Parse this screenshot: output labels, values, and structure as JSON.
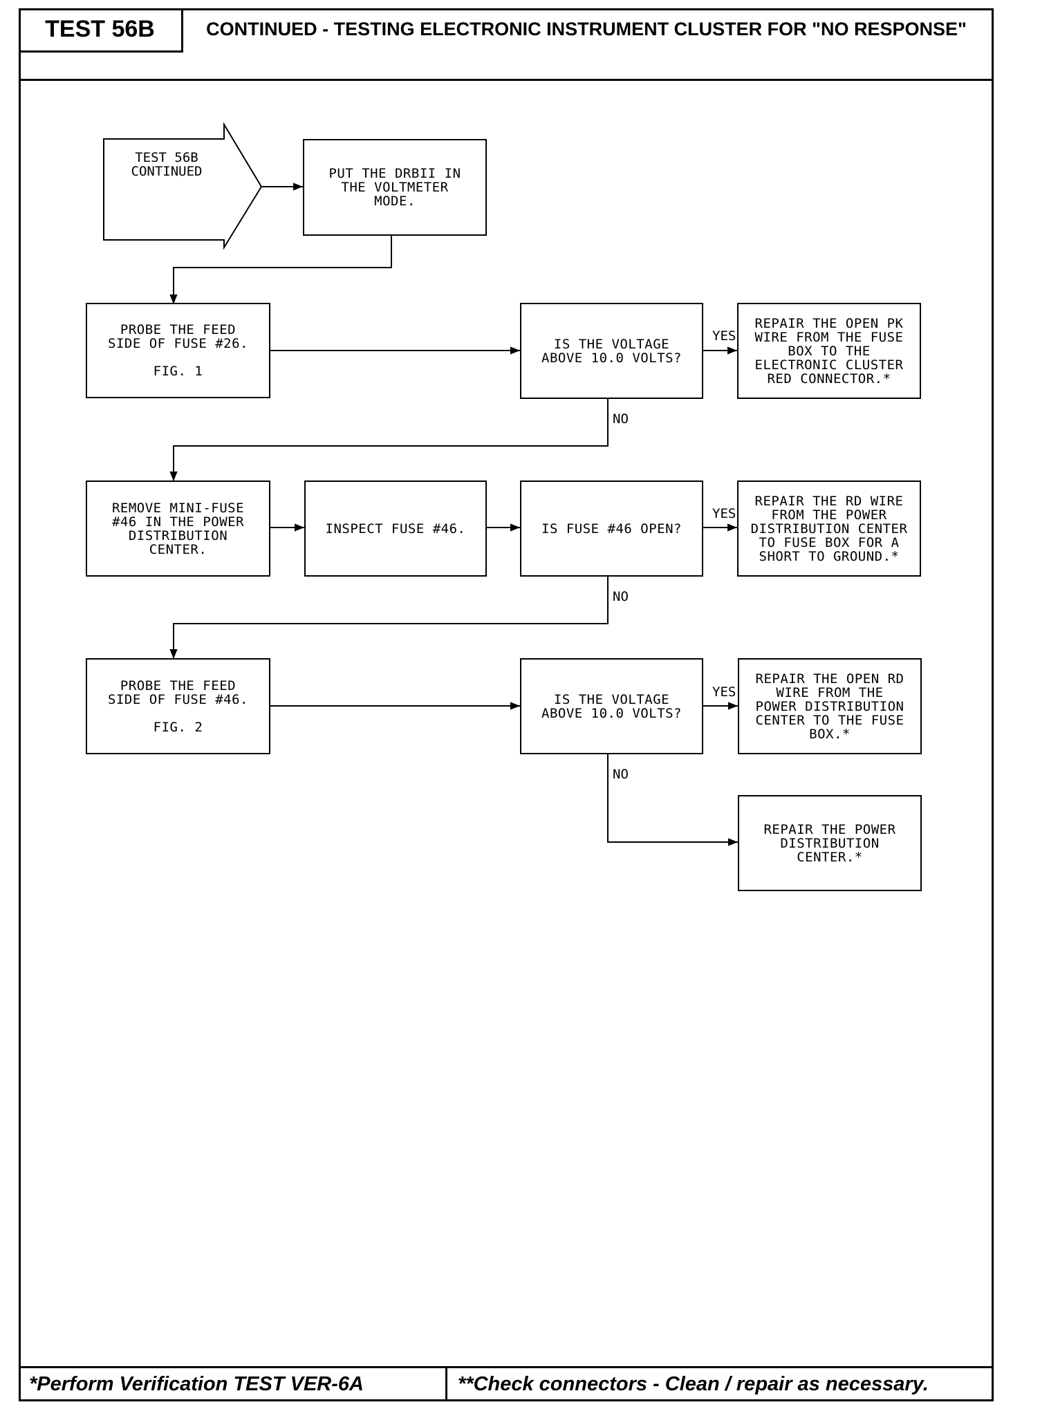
{
  "header": {
    "test_label": "TEST 56B",
    "title": "CONTINUED - TESTING ELECTRONIC INSTRUMENT CLUSTER FOR \"NO RESPONSE\""
  },
  "flow": {
    "start": [
      "TEST 56B",
      "CONTINUED"
    ],
    "step_voltmeter": [
      "PUT THE DRBII IN",
      "THE VOLTMETER",
      "MODE."
    ],
    "probe_26": [
      "PROBE THE FEED",
      "SIDE OF FUSE #26.",
      "",
      "FIG. 1"
    ],
    "q_voltage_1": [
      "IS THE VOLTAGE",
      "ABOVE 10.0 VOLTS?"
    ],
    "repair_pk": [
      "REPAIR THE OPEN PK",
      "WIRE FROM THE FUSE",
      "BOX TO THE",
      "ELECTRONIC CLUSTER",
      "RED CONNECTOR.*"
    ],
    "remove_fuse": [
      "REMOVE MINI-FUSE",
      "#46 IN THE POWER",
      "DISTRIBUTION",
      "CENTER."
    ],
    "inspect_fuse": [
      "INSPECT FUSE #46."
    ],
    "q_fuse_open": [
      "IS FUSE #46 OPEN?"
    ],
    "repair_rd_short": [
      "REPAIR THE RD WIRE",
      "FROM THE POWER",
      "DISTRIBUTION CENTER",
      "TO FUSE BOX FOR A",
      "SHORT TO GROUND.*"
    ],
    "probe_46": [
      "PROBE THE FEED",
      "SIDE OF FUSE #46.",
      "",
      "FIG. 2"
    ],
    "q_voltage_2": [
      "IS THE VOLTAGE",
      "ABOVE 10.0 VOLTS?"
    ],
    "repair_rd_open": [
      "REPAIR THE OPEN RD",
      "WIRE FROM THE",
      "POWER DISTRIBUTION",
      "CENTER TO THE FUSE",
      "BOX.*"
    ],
    "repair_pdc": [
      "REPAIR THE POWER",
      "DISTRIBUTION",
      "CENTER.*"
    ]
  },
  "labels": {
    "yes": "YES",
    "no": "NO"
  },
  "footer": {
    "left": "*Perform Verification TEST VER-6A",
    "right": "**Check connectors - Clean / repair as necessary."
  }
}
